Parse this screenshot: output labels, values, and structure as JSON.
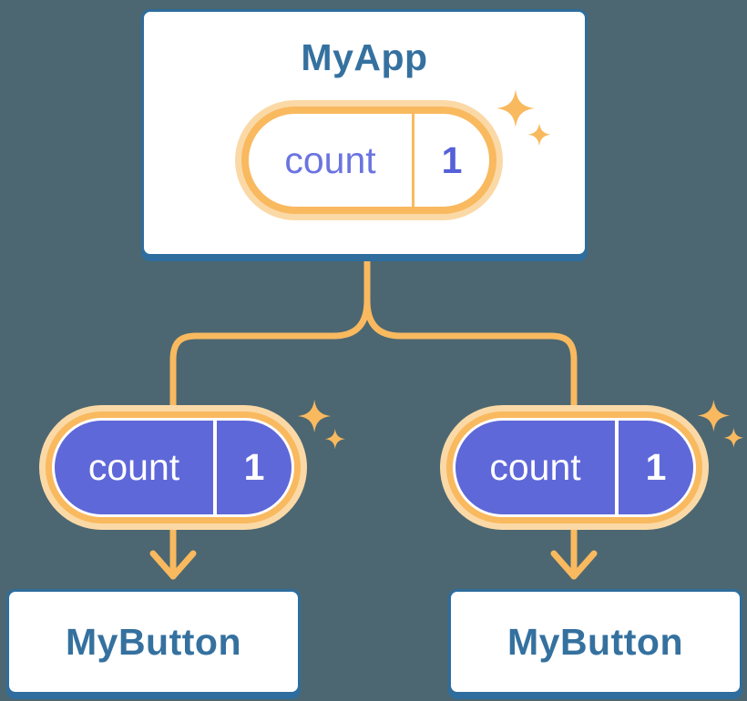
{
  "diagram": {
    "type": "component-state-tree",
    "root": {
      "title": "MyApp",
      "state_pill": {
        "label": "count",
        "value": "1"
      }
    },
    "children": [
      {
        "title": "MyButton",
        "state_pill": {
          "label": "count",
          "value": "1"
        }
      },
      {
        "title": "MyButton",
        "state_pill": {
          "label": "count",
          "value": "1"
        }
      }
    ]
  },
  "colors": {
    "background": "#4C6771",
    "card_fill": "#FFFFFF",
    "card_border_blue": "#2E6D9D",
    "heading_blue": "#35719F",
    "connector_orange": "#F9B95F",
    "pill_glow_peach": "#FBD9A6",
    "state_purple_fill": "#5F68D9",
    "state_label_purple": "#6B74E0",
    "state_value_purple": "#5560D9"
  }
}
